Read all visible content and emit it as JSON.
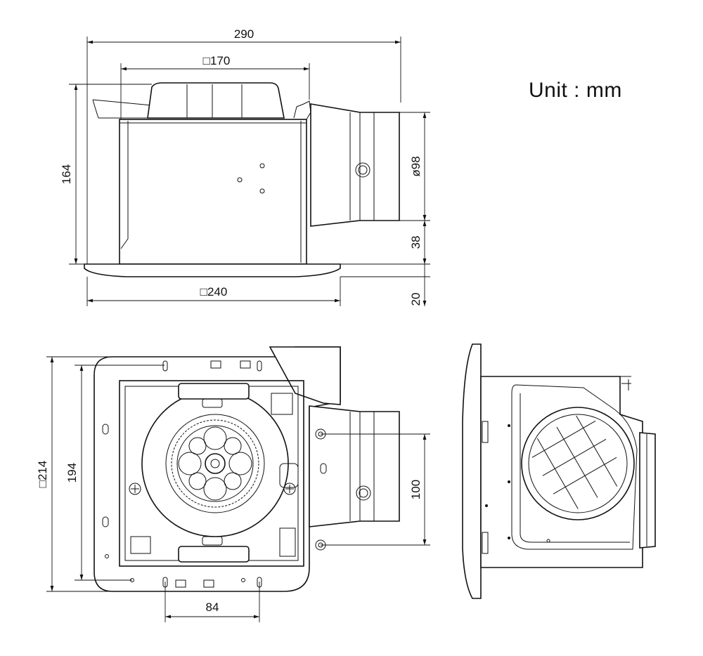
{
  "unit_label": "Unit : mm",
  "dimensions": {
    "top_overall_width": "290",
    "top_body_width": "□170",
    "top_panel_width": "□240",
    "top_height": "164",
    "top_duct_diameter": "ø98",
    "top_duct_offset": "38",
    "top_panel_thickness": "20",
    "front_panel_square": "□214",
    "front_inner_height": "194",
    "front_duct_spacing": "100",
    "front_hole_spacing": "84"
  }
}
